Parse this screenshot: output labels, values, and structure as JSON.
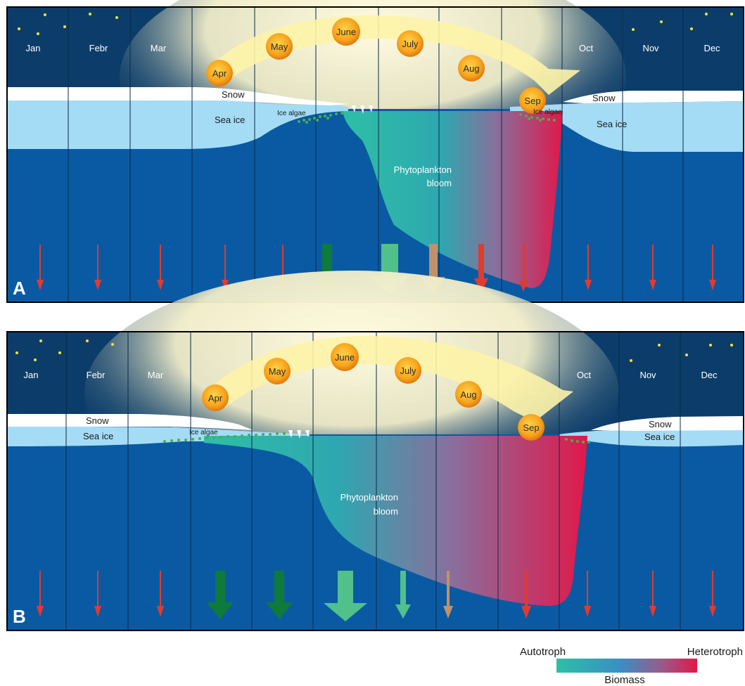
{
  "panels": [
    {
      "letter": "A",
      "months": [
        "Jan",
        "Febr",
        "Mar",
        "Apr",
        "May",
        "June",
        "July",
        "Aug",
        "Sep",
        "Oct",
        "Nov",
        "Dec"
      ],
      "snow_left": "Snow",
      "sea_ice_left": "Sea ice",
      "ice_algae_left": "Ice algae",
      "snow_right": "Snow",
      "sea_ice_right": "Sea ice",
      "ice_algae_right": "Ice algae",
      "bloom_line1": "Phytoplankton",
      "bloom_line2": "bloom"
    },
    {
      "letter": "B",
      "months": [
        "Jan",
        "Febr",
        "Mar",
        "Apr",
        "May",
        "June",
        "July",
        "Aug",
        "Sep",
        "Oct",
        "Nov",
        "Dec"
      ],
      "snow_left": "Snow",
      "sea_ice_left": "Sea ice",
      "ice_algae_left": "Ice algae",
      "snow_right": "Snow",
      "sea_ice_right": "Sea ice",
      "bloom_line1": "Phytoplankton",
      "bloom_line2": "bloom"
    }
  ],
  "legend": {
    "left": "Autotroph",
    "right": "Heterotroph",
    "bottom": "Biomass"
  },
  "colors": {
    "night_sky": "#0c3d6a",
    "ocean": "#0a5aa3",
    "sea_ice": "#a4dcf5",
    "snow": "#ffffff",
    "autotroph": "#2ebfa5",
    "heterotroph": "#e0184a",
    "export_dark_green": "#0f7a3a",
    "export_light_green": "#52c08a",
    "export_brown": "#c0916a",
    "export_red": "#e23a2c"
  }
}
